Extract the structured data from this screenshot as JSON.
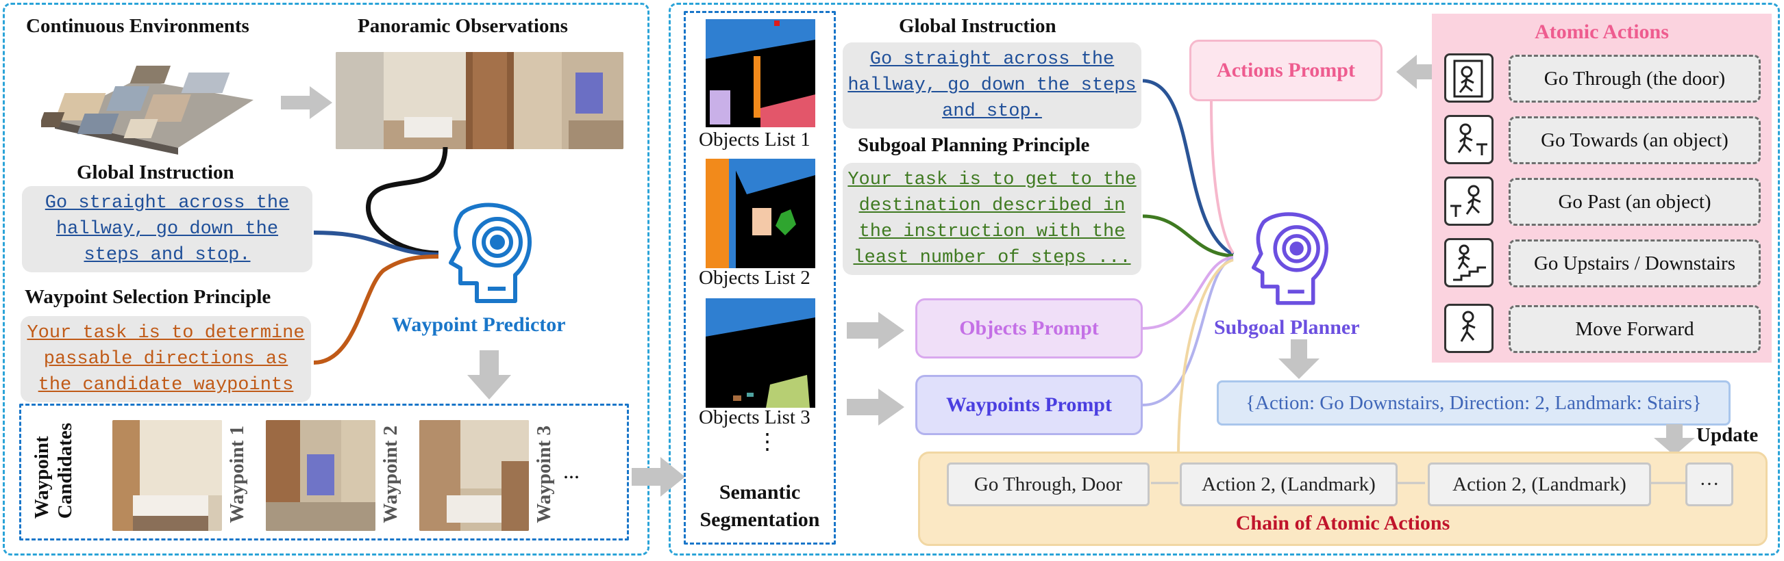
{
  "left": {
    "continuous_env_title": "Continuous Environments",
    "panoramic_title": "Panoramic Observations",
    "global_instruction_title": "Global Instruction",
    "global_instruction_lines": [
      "Go straight across the",
      "hallway, go down the",
      "steps and stop."
    ],
    "waypoint_principle_title": "Waypoint Selection Principle",
    "waypoint_principle_lines": [
      "Your task is to determine",
      "passable directions as",
      "the candidate waypoints"
    ],
    "waypoint_predictor_label": "Waypoint Predictor",
    "candidates_label_1": "Waypoint",
    "candidates_label_2": "Candidates",
    "waypoints": [
      "Waypoint 1",
      "Waypoint 2",
      "Waypoint 3"
    ],
    "more": "..."
  },
  "segmentation": {
    "objects_lists": [
      "Objects List 1",
      "Objects List 2",
      "Objects List 3"
    ],
    "vdots": "⋮",
    "title_1": "Semantic",
    "title_2": "Segmentation"
  },
  "right": {
    "global_instruction_title": "Global Instruction",
    "global_instruction_lines": [
      "Go straight across the",
      "hallway, go down the steps",
      "and stop."
    ],
    "subgoal_principle_title": "Subgoal Planning Principle",
    "subgoal_principle_lines": [
      "Your task is to get to the",
      "destination described in",
      "the instruction with the",
      "least number of steps ..."
    ],
    "objects_prompt": "Objects Prompt",
    "waypoints_prompt": "Waypoints Prompt",
    "actions_prompt": "Actions Prompt",
    "subgoal_planner_label": "Subgoal Planner",
    "atomic_actions_title": "Atomic Actions",
    "atomic_actions": [
      "Go Through (the door)",
      "Go Towards (an object)",
      "Go Past (an object)",
      "Go Upstairs / Downstairs",
      "Move Forward"
    ],
    "output_json": "{Action: Go Downstairs, Direction: 2, Landmark: Stairs}",
    "update_label": "Update",
    "chain": [
      "Go Through, Door",
      "Action 2, (Landmark)",
      "Action 2, (Landmark)",
      "···"
    ],
    "chain_title": "Chain of Atomic Actions"
  },
  "colors": {
    "panel_border": "#2aa3d8",
    "predictor_blue": "#1976c9",
    "planner_purple": "#6b4fe0",
    "objects_purple": "#c470e6",
    "waypoints_purple": "#4a3ee0",
    "actions_pink": "#ee5c8f",
    "chain_red": "#c0142b",
    "output_blue": "#3f66b8"
  }
}
